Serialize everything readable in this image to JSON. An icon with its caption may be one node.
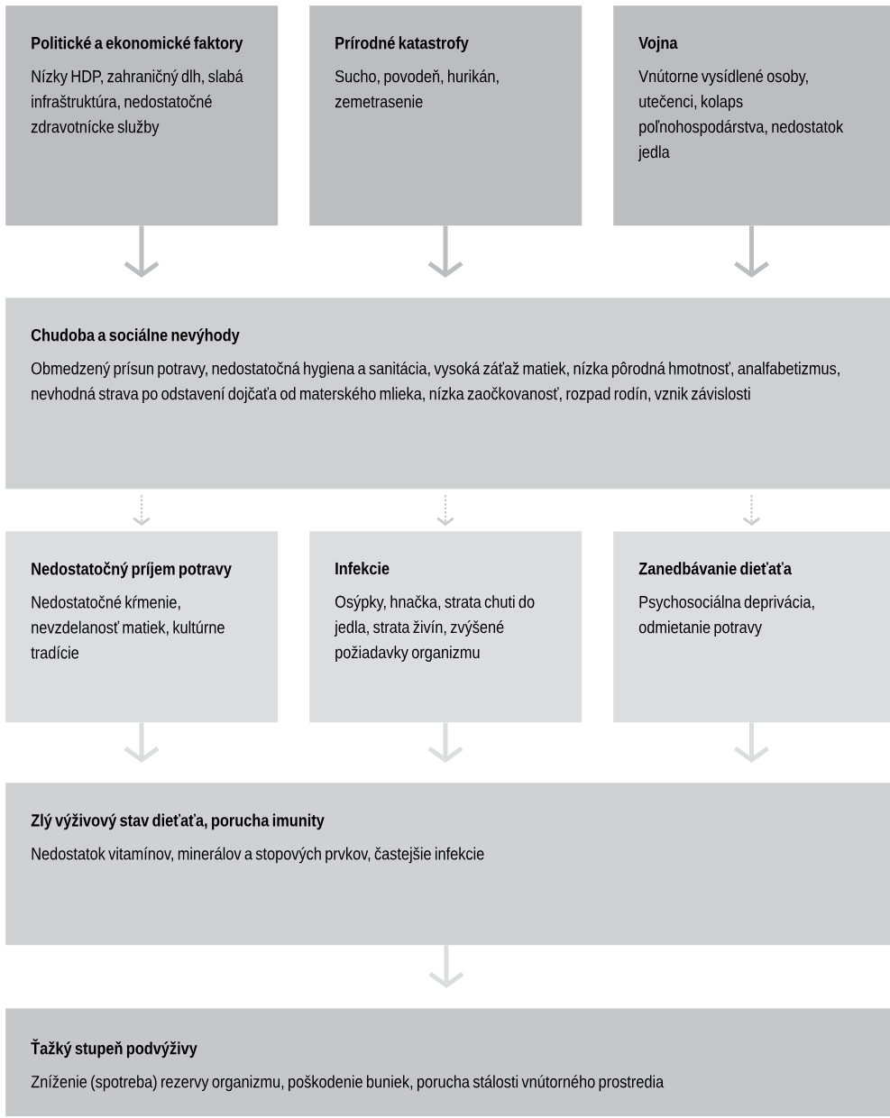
{
  "diagram": {
    "nodes": [
      {
        "text": [
          "Politické a ekonomické faktory",
          "Nízky HDP, zahraničný dlh, slabá infraštruktúra, nedostatočné zdravotnícke služby"
        ]
      },
      {
        "text": [
          "Prírodné katastrofy",
          "Sucho, povodeň, hurikán, zemetrasenie"
        ]
      },
      {
        "text": [
          "Vojna",
          "Vnútorne vysídlené osoby, utečenci, kolaps poľnohospodárstva, nedostatok jedla"
        ]
      },
      {
        "text": [
          "Chudoba a sociálne nevýhody",
          "Obmedzený prísun potravy, nedostatočná hygiena a sanitácia, vysoká záťaž matiek, nízka pôrodná hmotnosť, analfabetizmus, nevhodná strava po odstavení dojčaťa od materského mlieka, nízka zaočkovanosť, rozpad rodín, vznik závislosti"
        ]
      },
      {
        "text": [
          "Nedostatočný príjem potravy",
          "Nedostatočné kŕmenie, nevzdelanosť matiek, kultúrne tradície"
        ]
      },
      {
        "text": [
          "Infekcie",
          "Osýpky, hnačka, strata chuti do jedla, strata živín, zvýšené požiadavky organizmu"
        ]
      },
      {
        "text": [
          "Zanedbávanie dieťaťa",
          "Psychosociálna deprivácia, odmietanie potravy"
        ]
      },
      {
        "text": [
          "Zlý výživový stav dieťaťa, porucha imunity",
          "Nedostatok vitamínov, minerálov a stopových prvkov, častejšie infekcie"
        ]
      },
      {
        "text": [
          "Ťažký stupeň podvýživy",
          "Zníženie (spotreba) rezervy organizmu, poškodenie buniek, porucha stálosti vnútorného prostredia"
        ]
      }
    ],
    "edges": [
      {
        "from": 0,
        "to": 3,
        "arrow": "to",
        "color": "#bcbdc1"
      },
      {
        "from": 1,
        "to": 3,
        "arrow": "to",
        "color": "#bcbdc1"
      },
      {
        "from": 2,
        "to": 3,
        "arrow": "to",
        "color": "#bcbdc1"
      },
      {
        "from": 3,
        "to": 4,
        "arrow": "to",
        "style": "dashed",
        "color": "#c8c9cb"
      },
      {
        "from": 3,
        "to": 5,
        "arrow": "to",
        "style": "dashed",
        "color": "#c8c9cb"
      },
      {
        "from": 3,
        "to": 6,
        "arrow": "to",
        "style": "dashed",
        "color": "#c8c9cb"
      },
      {
        "from": 4,
        "to": 7,
        "arrow": "to"
      },
      {
        "from": 5,
        "to": 7,
        "arrow": "to"
      },
      {
        "from": 6,
        "to": 7,
        "arrow": "to"
      },
      {
        "from": 7,
        "to": 8,
        "arrow": "to"
      }
    ]
  }
}
